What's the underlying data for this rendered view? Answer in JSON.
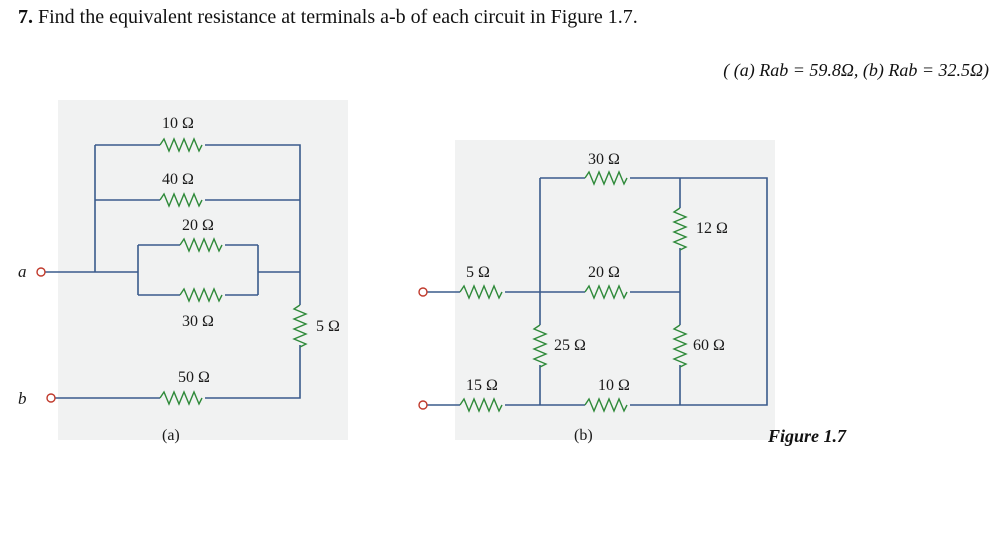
{
  "question": {
    "number": "7.",
    "text": "Find the equivalent resistance at terminals a-b of each circuit in Figure 1.7."
  },
  "answer": "( (a) Rab = 59.8Ω, (b) Rab = 32.5Ω)",
  "figure_caption": "Figure 1.7",
  "circuit_a": {
    "label": "(a)",
    "terminal_a": "a",
    "terminal_b": "b",
    "r10": "10 Ω",
    "r40": "40 Ω",
    "r20": "20 Ω",
    "r30": "30 Ω",
    "r5": "5 Ω",
    "r50": "50 Ω"
  },
  "circuit_b": {
    "label": "(b)",
    "r30": "30 Ω",
    "r12": "12 Ω",
    "r5": "5 Ω",
    "r20": "20 Ω",
    "r25": "25 Ω",
    "r60": "60 Ω",
    "r15": "15 Ω",
    "r10": "10 Ω"
  }
}
